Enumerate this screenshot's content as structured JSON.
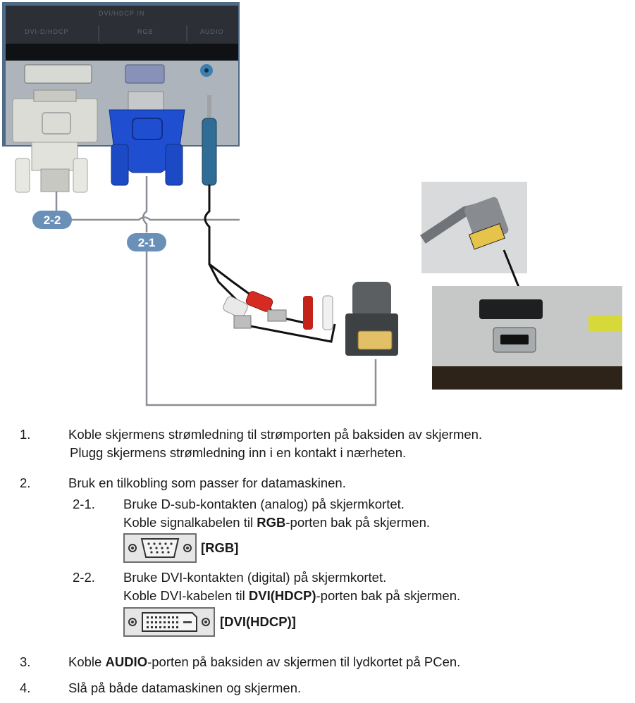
{
  "diagram": {
    "panel_labels": [
      "DVI-D/HDCP",
      "RGB",
      "AUDIO"
    ],
    "panel_header": "DVI/HDCP IN",
    "badges": [
      "2-2",
      "2-1"
    ]
  },
  "steps": [
    {
      "num": "1.",
      "lines": [
        "Koble skjermens strømledning til strømporten på baksiden av skjermen.",
        "Plugg skjermens strømledning inn i en kontakt i nærheten."
      ]
    },
    {
      "num": "2.",
      "line": "Bruk en tilkobling som passer for datamaskinen."
    },
    {
      "num": "3.",
      "pre": "Koble ",
      "bold": "AUDIO",
      "post": "-porten på baksiden av skjermen til lydkortet på PCen."
    },
    {
      "num": "4.",
      "line": "Slå på både datamaskinen og skjermen."
    }
  ],
  "substeps": [
    {
      "num": "2-1.",
      "line1": "Bruke D-sub-kontakten (analog) på skjermkortet.",
      "pre": "Koble signalkabelen til ",
      "bold": "RGB",
      "post": "-porten bak på skjermen.",
      "port_label": "[RGB]",
      "port_icon": "vga-port-icon"
    },
    {
      "num": "2-2.",
      "line1": "Bruke DVI-kontakten (digital) på skjermkortet.",
      "pre": "Koble DVI-kabelen til ",
      "bold": "DVI(HDCP)",
      "post": "-porten bak på skjermen.",
      "port_label": "[DVI(HDCP)]",
      "port_icon": "dvi-port-icon"
    }
  ]
}
